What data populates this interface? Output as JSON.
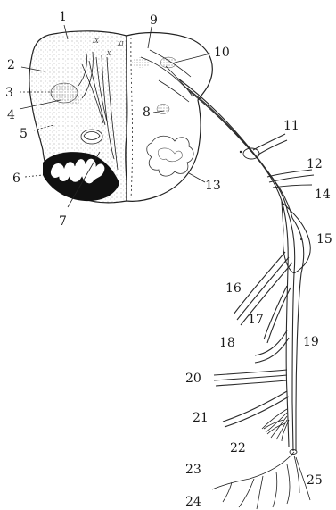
{
  "labels": {
    "l1": "1",
    "l2": "2",
    "l3": "3",
    "l4": "4",
    "l5": "5",
    "l6": "6",
    "l7": "7",
    "l8": "8",
    "l9": "9",
    "l10": "10",
    "l11": "11",
    "l12": "12",
    "l13": "13",
    "l14": "14",
    "l15": "15",
    "l16": "16",
    "l17": "17",
    "l18": "18",
    "l19": "19",
    "l20": "20",
    "l21": "21",
    "l22": "22",
    "l23": "23",
    "l24": "24",
    "l25": "25"
  },
  "roman": {
    "r9": "IX",
    "r10": "X",
    "r11": "XI"
  },
  "colors": {
    "ink": "#1a1a1a",
    "stipple": "#8a8a8a",
    "dark": "#111111",
    "paper": "#ffffff"
  }
}
